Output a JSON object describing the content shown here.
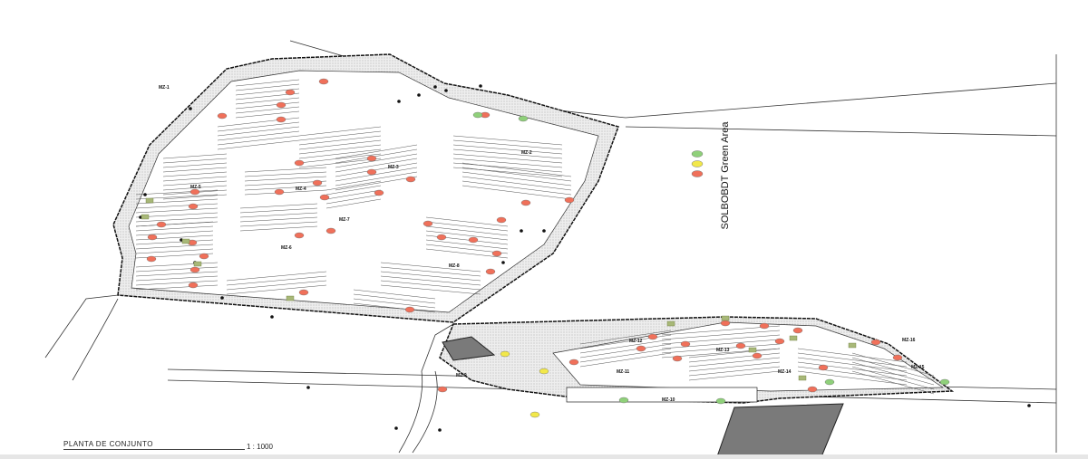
{
  "plan": {
    "title": "PLANTA DE CONJUNTO",
    "scale": "1 : 1000",
    "legend_text": "SOLBOBDT Green Area",
    "legend": [
      {
        "status": "green",
        "color": "#8fd07a"
      },
      {
        "status": "yellow",
        "color": "#f2e84a"
      },
      {
        "status": "red",
        "color": "#f0705a"
      }
    ],
    "blocks": [
      "MZ-1",
      "MZ-2",
      "MZ-3",
      "MZ-4",
      "MZ-5",
      "MZ-6",
      "MZ-7",
      "MZ-8",
      "MZ-9",
      "MZ-10",
      "MZ-11",
      "MZ-12",
      "MZ-13",
      "MZ-14",
      "MZ-15",
      "MZ-16"
    ],
    "colors": {
      "line": "#222222",
      "hatch": "#d9d9d9",
      "pond": "#7a7a7a",
      "red": "#f0705a",
      "green": "#8fd07a",
      "yellow": "#f2e84a"
    }
  }
}
